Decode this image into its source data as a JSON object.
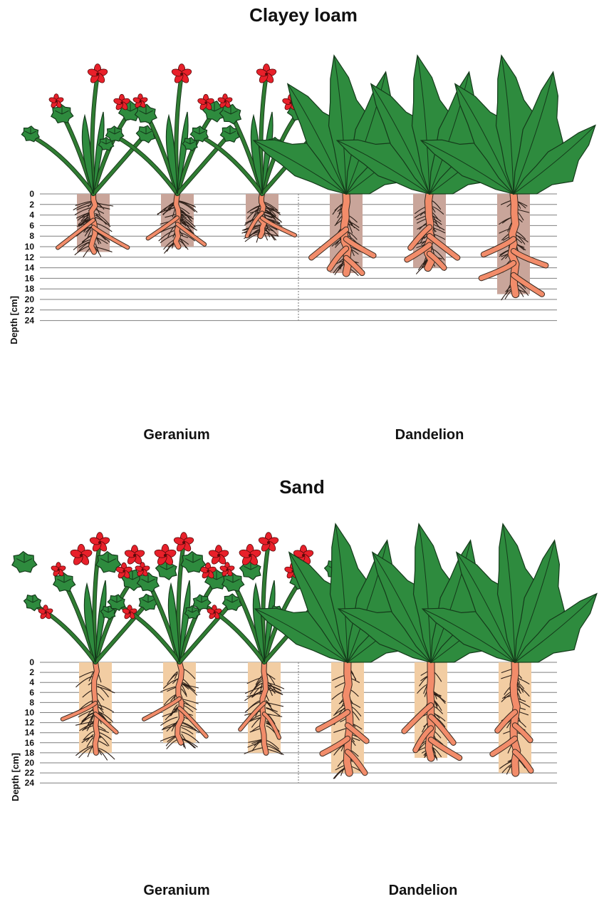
{
  "figure": {
    "panels": [
      {
        "title": "Clayey loam",
        "ylabel": "Depth [cm]",
        "y_ticks": [
          "0",
          "2",
          "4",
          "6",
          "8",
          "10",
          "12",
          "14",
          "16",
          "18",
          "20",
          "22",
          "24"
        ],
        "groups": [
          {
            "label": "Geranium",
            "plant": "geranium",
            "root_depths_cm": [
              11,
              10,
              8
            ]
          },
          {
            "label": "Dandelion",
            "plant": "dandelion",
            "root_depths_cm": [
              15,
              14,
              19
            ]
          }
        ]
      },
      {
        "title": "Sand",
        "ylabel": "Depth [cm]",
        "y_ticks": [
          "0",
          "2",
          "4",
          "6",
          "8",
          "10",
          "12",
          "14",
          "16",
          "18",
          "20",
          "22",
          "24"
        ],
        "groups": [
          {
            "label": "Geranium",
            "plant": "geranium",
            "root_depths_cm": [
              18,
              16,
              18
            ]
          },
          {
            "label": "Dandelion",
            "plant": "dandelion",
            "root_depths_cm": [
              22,
              19,
              22
            ]
          }
        ]
      }
    ],
    "colors": {
      "clayey_loam_box": "#c9a59a",
      "sand_box": "#f2cda3",
      "taproot": "#f28c6a",
      "leaf": "#2e8b3e",
      "flower": "#e8202a"
    },
    "icons": [
      "geranium-plant-icon",
      "dandelion-plant-icon",
      "root-system-icon"
    ]
  }
}
